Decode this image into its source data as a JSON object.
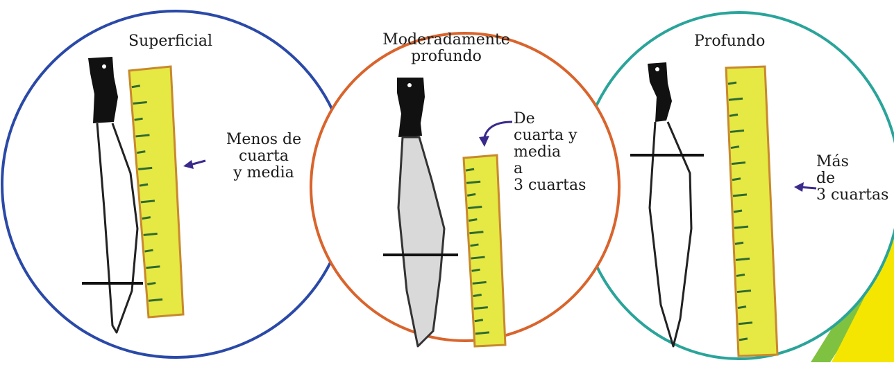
{
  "panels": [
    {
      "title": "Superficial",
      "description": "Menos de\ncuarta\ny media",
      "ring_color": "#2a49a8"
    },
    {
      "title": "Moderadamente\nprofundo",
      "description": "De\ncuarta y\nmedia\na\n3 cuartas",
      "ring_color": "#d9642c"
    },
    {
      "title": "Profundo",
      "description": "Más\nde\n3 cuartas",
      "ring_color": "#2aa49a"
    }
  ],
  "colors": {
    "ruler_fill": "#e6e844",
    "ruler_edge": "#c8892c",
    "tick": "#2f6b2f",
    "handle": "#111111",
    "arrow": "#3a2a8c",
    "accent_yellow": "#f4e600",
    "accent_green": "#7fc241"
  }
}
